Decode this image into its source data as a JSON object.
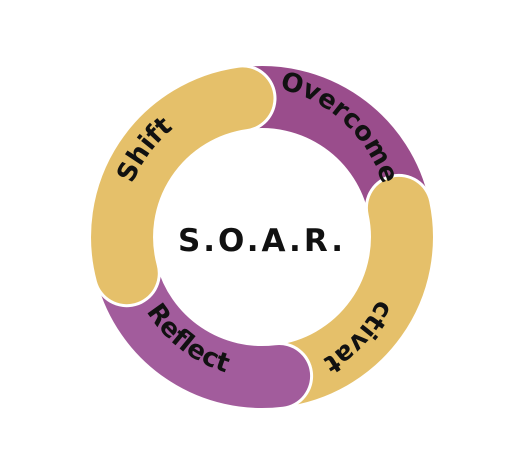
{
  "title": "S.O.A.R.",
  "segments": [
    {
      "label": "Overcome",
      "color": "#9a4d8c"
    },
    {
      "label": "Activate",
      "color": "#e5c06a"
    },
    {
      "label": "Reflect",
      "color": "#a25c9c"
    },
    {
      "label": "Shift",
      "color": "#e5c06a"
    }
  ],
  "colors": {
    "purple": "#9a4d8c",
    "gold": "#e5c06a",
    "outline": "#ffffff",
    "text": "#111111"
  }
}
